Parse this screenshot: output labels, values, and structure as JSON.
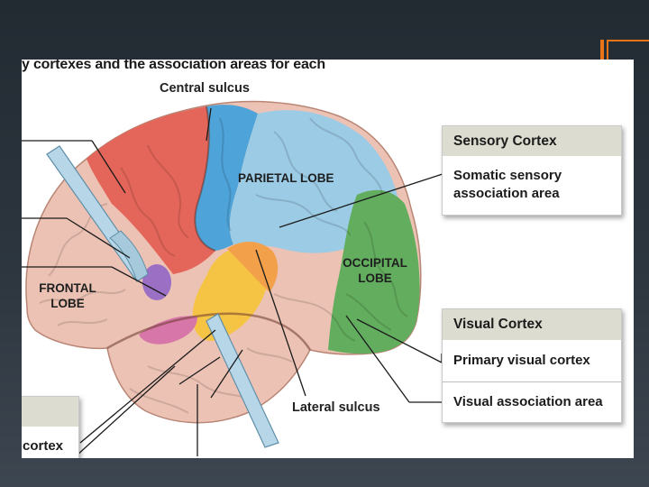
{
  "caption": "y cortexes and the association areas for each",
  "labels": {
    "central_sulcus": "Central sulcus",
    "lateral_sulcus": "Lateral sulcus",
    "parietal_lobe": "PARIETAL LOBE",
    "occipital_lobe_line1": "OCCIPITAL",
    "occipital_lobe_line2": "LOBE",
    "frontal_lobe_line1": "FRONTAL",
    "frontal_lobe_line2": "LOBE"
  },
  "sensory_panel": {
    "title": "Sensory Cortex",
    "item_line1": "Somatic sensory",
    "item_line2": "association area"
  },
  "visual_panel": {
    "title": "Visual Cortex",
    "items": [
      "Primary visual cortex",
      "Visual association area"
    ]
  },
  "left_panel": {
    "partial_text": "cortex"
  },
  "colors": {
    "accent": "#e8751a",
    "frontal": "#ecc2b4",
    "motor": "#e4665a",
    "somatosensory": "#4ea3d8",
    "parietal": "#9ccbe6",
    "occipital": "#63ad5e",
    "temporal": "#efc6b6",
    "auditory": "#f6c445",
    "panel_header": "#dcdcd0"
  }
}
